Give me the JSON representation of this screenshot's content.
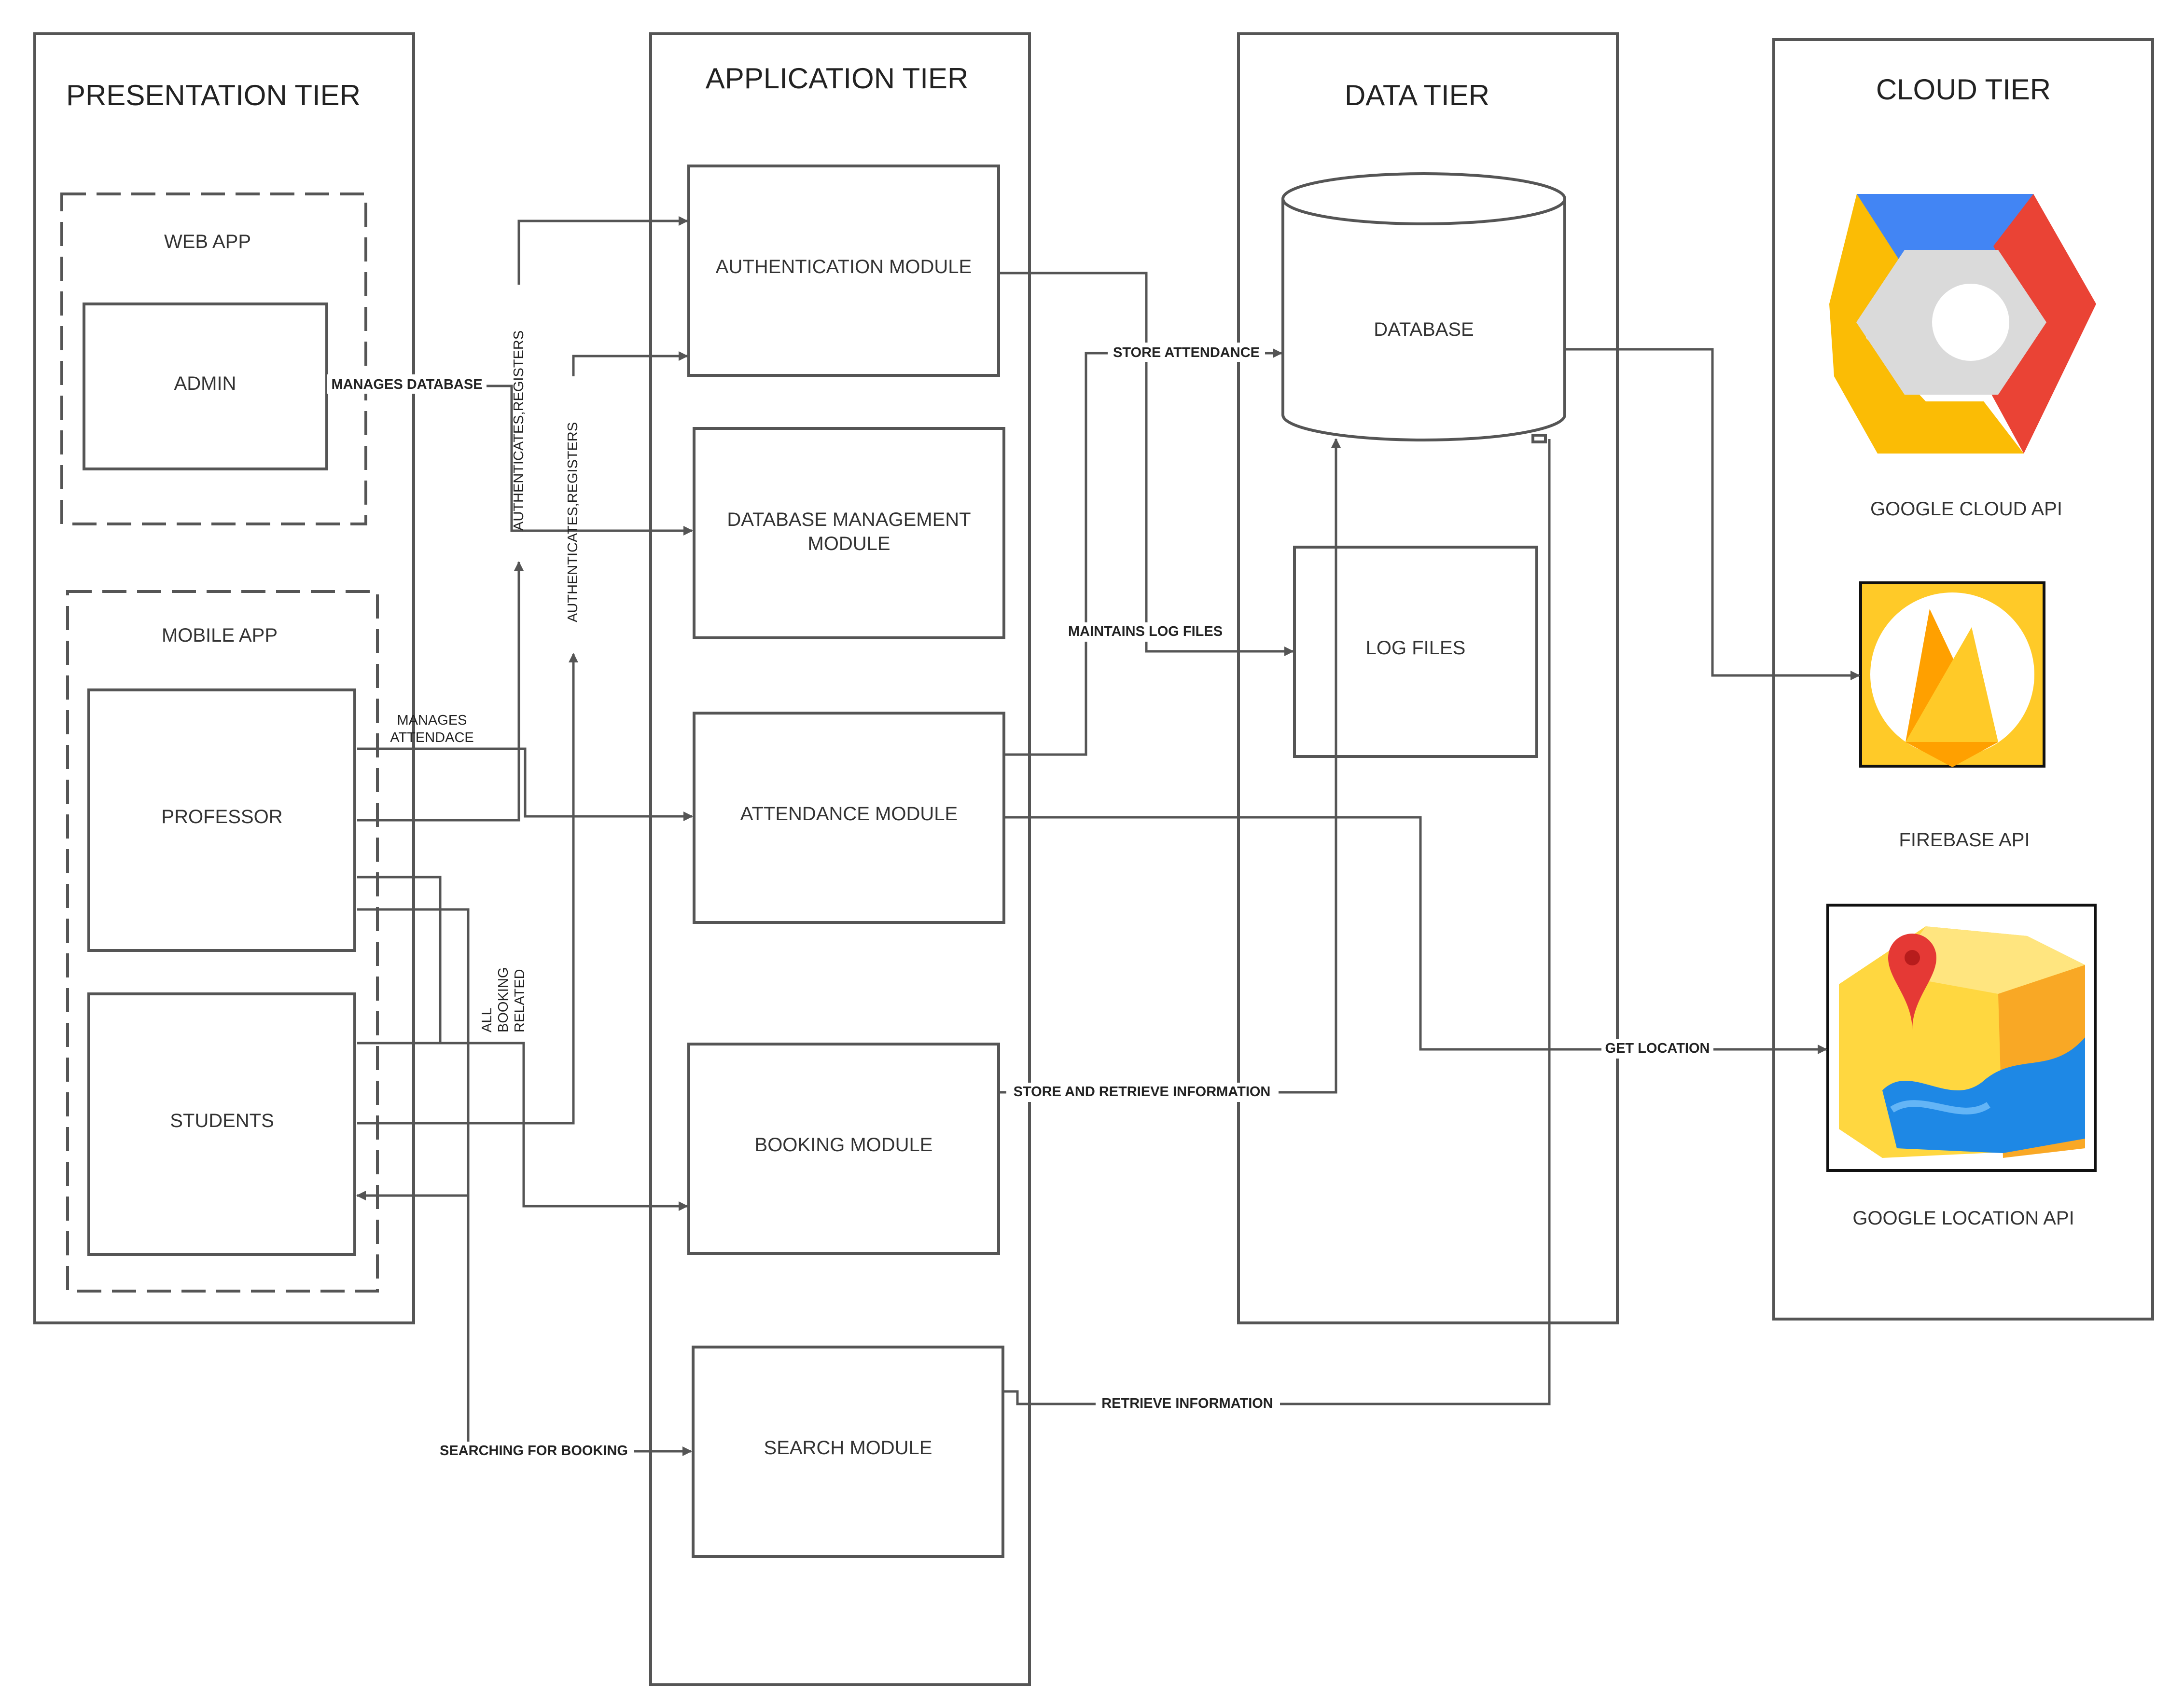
{
  "tiers": {
    "presentation": "PRESENTATION TIER",
    "application": "APPLICATION TIER",
    "data": "DATA TIER",
    "cloud": "CLOUD TIER"
  },
  "presentation": {
    "web_app": "WEB APP",
    "admin": "ADMIN",
    "mobile_app": "MOBILE APP",
    "professor": "PROFESSOR",
    "students": "STUDENTS"
  },
  "modules": {
    "authentication": "AUTHENTICATION MODULE",
    "db_management_line1": "DATABASE MANAGEMENT",
    "db_management_line2": "MODULE",
    "attendance": "ATTENDANCE MODULE",
    "booking": "BOOKING MODULE",
    "search": "SEARCH MODULE"
  },
  "data_tier": {
    "database": "DATABASE",
    "log_files": "LOG FILES"
  },
  "cloud": {
    "google_cloud": "GOOGLE CLOUD API",
    "firebase": "FIREBASE API",
    "google_location": "GOOGLE LOCATION API"
  },
  "edges": {
    "manages_database": "MANAGES DATABASE",
    "auth_registers_1": "AUTHENTICATES,REGISTERS",
    "auth_registers_2": "AUTHENTICATES,REGISTERS",
    "manages_attendance_line1": "MANAGES",
    "manages_attendance_line2": "ATTENDACE",
    "all_booking_line1": "ALL",
    "all_booking_line2": "BOOKING",
    "all_booking_line3": "RELATED",
    "store_attendance": "STORE ATTENDANCE",
    "maintains_log_files": "MAINTAINS LOG FILES",
    "store_retrieve": "STORE AND RETRIEVE INFORMATION",
    "get_location": "GET LOCATION",
    "retrieve_information": "RETRIEVE INFORMATION",
    "searching_for_booking": "SEARCHING FOR BOOKING"
  },
  "colors": {
    "gc_blue": "#4285F4",
    "gc_red": "#EA4335",
    "gc_yellow": "#FBBC05",
    "gc_gray": "#DADADA",
    "firebase_bg": "#FFCA28",
    "firebase_orange": "#F57C00",
    "maps_blue": "#1E88E5",
    "maps_pin": "#E53935"
  }
}
